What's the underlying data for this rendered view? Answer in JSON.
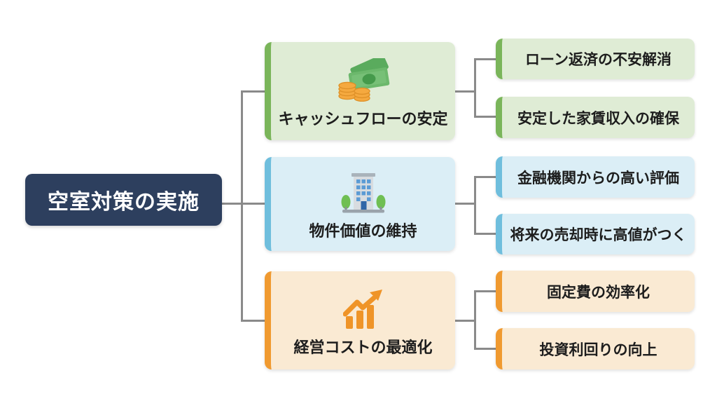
{
  "diagram_title": "空室対策の実施",
  "root": {
    "label": "空室対策の実施"
  },
  "branches": [
    {
      "label": "キャッシュフローの安定",
      "icon": "money-bills-coins-icon",
      "theme": "green",
      "children": [
        {
          "label": "ローン返済の不安解消"
        },
        {
          "label": "安定した家賃収入の確保"
        }
      ]
    },
    {
      "label": "物件価値の維持",
      "icon": "office-building-icon",
      "theme": "blue",
      "children": [
        {
          "label": "金融機関からの高い評価"
        },
        {
          "label": "将来の売却時に高値がつく"
        }
      ]
    },
    {
      "label": "経営コストの最適化",
      "icon": "growth-chart-arrow-icon",
      "theme": "orange",
      "children": [
        {
          "label": "固定費の効率化"
        },
        {
          "label": "投資利回りの向上"
        }
      ]
    }
  ],
  "colors": {
    "root_bg": "#2d3f5e",
    "root_text": "#ffffff",
    "green_border": "#7ab55a",
    "green_bg": "#dfecd5",
    "blue_border": "#6fbedd",
    "blue_bg": "#dbeef6",
    "orange_border": "#f09a30",
    "orange_bg": "#faead3",
    "connector": "#8a8a8a",
    "label_text": "#1d1d1d"
  }
}
